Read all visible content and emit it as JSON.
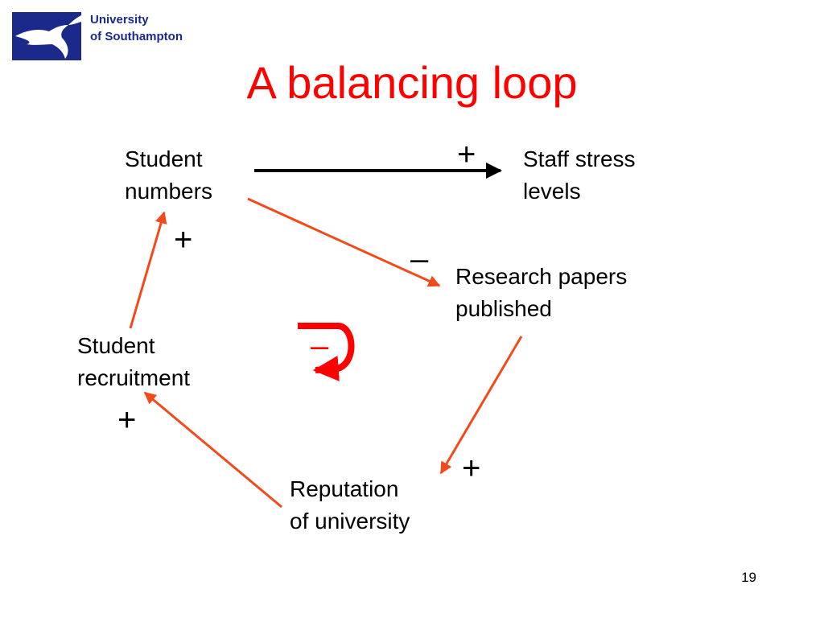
{
  "header": {
    "logo_line1": "University",
    "logo_line2": "of Southampton",
    "logo_icon": "dolphin-icon",
    "brand_color": "#1b2a8a"
  },
  "slide": {
    "title": "A balancing loop",
    "title_color": "#ff0000",
    "page_number": "19"
  },
  "diagram": {
    "nodes": [
      {
        "id": "student-numbers",
        "line1": "Student",
        "line2": "numbers"
      },
      {
        "id": "staff-stress",
        "line1": "Staff stress",
        "line2": "levels"
      },
      {
        "id": "research-papers",
        "line1": "Research papers",
        "line2": "published"
      },
      {
        "id": "reputation",
        "line1": "Reputation",
        "line2": "of university"
      },
      {
        "id": "student-recruitment",
        "line1": "Student",
        "line2": "recruitment"
      }
    ],
    "links": [
      {
        "from": "student-numbers",
        "to": "staff-stress",
        "polarity": "+",
        "color": "#000000"
      },
      {
        "from": "student-numbers",
        "to": "research-papers",
        "polarity": "–",
        "color": "#f24a1a"
      },
      {
        "from": "research-papers",
        "to": "reputation",
        "polarity": "+",
        "color": "#f24a1a"
      },
      {
        "from": "reputation",
        "to": "student-recruitment",
        "polarity": "+",
        "color": "#f24a1a"
      },
      {
        "from": "student-recruitment",
        "to": "student-numbers",
        "polarity": "+",
        "color": "#f24a1a"
      }
    ],
    "loop": {
      "polarity": "–",
      "color": "#ff0000",
      "icon": "loop-arrow-icon"
    }
  }
}
